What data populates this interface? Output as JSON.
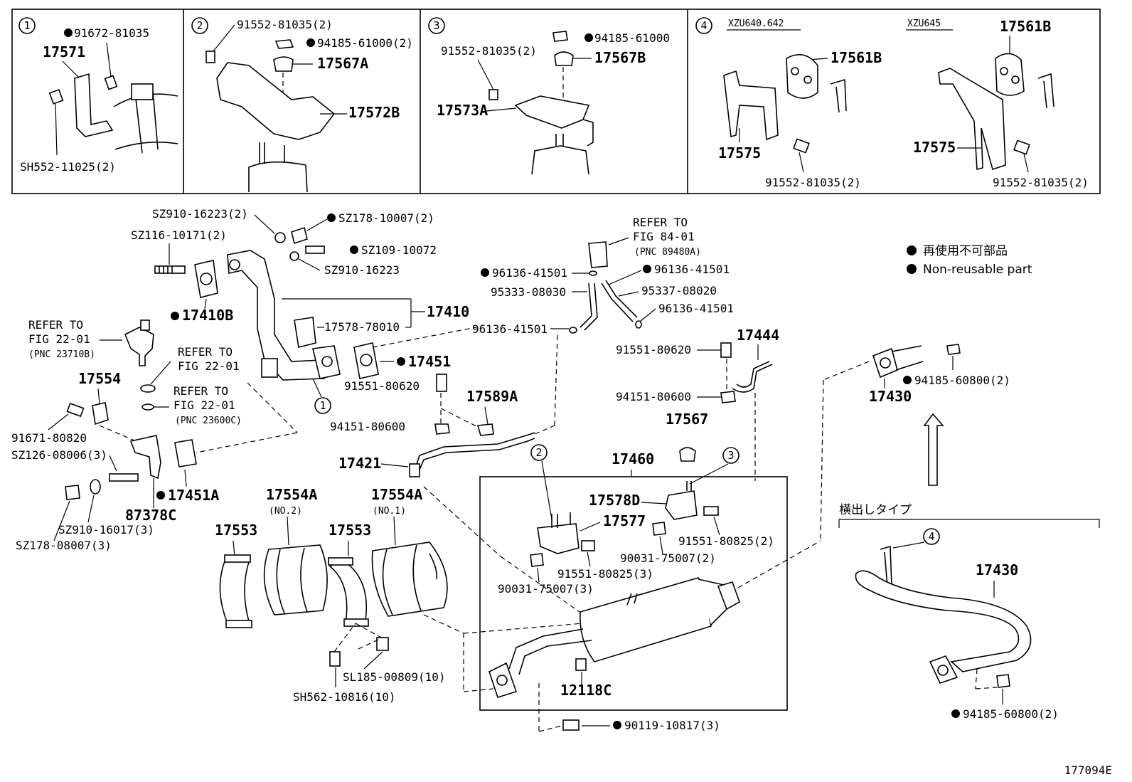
{
  "insets": [
    {
      "num": "1",
      "labels": {
        "a": "91672-81035",
        "b": "17571",
        "c": "SH552-11025(2)"
      }
    },
    {
      "num": "2",
      "labels": {
        "a": "91552-81035(2)",
        "b": "94185-61000(2)",
        "c": "17567A",
        "d": "17572B"
      }
    },
    {
      "num": "3",
      "labels": {
        "a": "94185-61000",
        "b": "91552-81035(2)",
        "c": "17567B",
        "d": "17573A"
      }
    },
    {
      "num": "4",
      "labels": {
        "t1": "XZU640.642",
        "t2": "XZU645",
        "a": "17561B",
        "b": "17561B",
        "c": "17575",
        "d": "17575",
        "e": "91552-81035(2)",
        "f": "91552-81035(2)"
      }
    }
  ],
  "legend": {
    "jp": "再使用不可部品",
    "en": "Non-reusable part"
  },
  "side_type": "横出しタイプ",
  "diagram_id": "177094E",
  "refs": {
    "r1": {
      "l1": "REFER TO",
      "l2": "FIG 22-01",
      "l3": "(PNC 23710B)"
    },
    "r2": {
      "l1": "REFER TO",
      "l2": "FIG 22-01"
    },
    "r3": {
      "l1": "REFER TO",
      "l2": "FIG 22-01",
      "l3": "(PNC 23600C)"
    },
    "r4": {
      "l1": "REFER TO",
      "l2": "FIG 84-01",
      "l3": "(PNC 89480A)"
    }
  },
  "parts": {
    "p_sz910_16223a": "SZ910-16223(2)",
    "p_sz178_10007": "SZ178-10007(2)",
    "p_sz116_10171": "SZ116-10171(2)",
    "p_sz109_10072": "SZ109-10072",
    "p_sz910_16223b": "SZ910-16223",
    "p_17410b": "17410B",
    "p_17410": "17410",
    "p_17578_78010": "17578-78010",
    "p_17451": "17451",
    "p_91551_80620a": "91551-80620",
    "p_94151_80600a": "94151-80600",
    "p_17589a": "17589A",
    "p_17554": "17554",
    "p_91671_80820": "91671-80820",
    "p_sz126_08006": "SZ126-08006(3)",
    "p_17451a": "17451A",
    "p_87378c": "87378C",
    "p_sz910_16017": "SZ910-16017(3)",
    "p_sz178_08007": "SZ178-08007(3)",
    "p_17421": "17421",
    "p_96136_41501a": "96136-41501",
    "p_96136_41501b": "96136-41501",
    "p_95333_08030": "95333-08030",
    "p_95337_08020": "95337-08020",
    "p_96136_41501c": "96136-41501",
    "p_96136_41501d": "96136-41501",
    "p_17444": "17444",
    "p_91551_80620b": "91551-80620",
    "p_94151_80600b": "94151-80600",
    "p_17567": "17567",
    "p_17460": "17460",
    "p_17578d": "17578D",
    "p_17577": "17577",
    "p_91551_80825a": "91551-80825(2)",
    "p_90031_75007a": "90031-75007(2)",
    "p_91551_80825b": "91551-80825(3)",
    "p_90031_75007b": "90031-75007(3)",
    "p_12118c": "12118C",
    "p_90119_10817": "90119-10817(3)",
    "p_17553a": "17553",
    "p_17554a_no2": "17554A",
    "p_no2": "(NO.2)",
    "p_17553b": "17553",
    "p_17554a_no1": "17554A",
    "p_no1": "(NO.1)",
    "p_sl185_00809": "SL185-00809(10)",
    "p_sh562_10816": "SH562-10816(10)",
    "p_17430a": "17430",
    "p_94185_60800a": "94185-60800(2)",
    "p_17430b": "17430",
    "p_94185_60800b": "94185-60800(2)"
  }
}
